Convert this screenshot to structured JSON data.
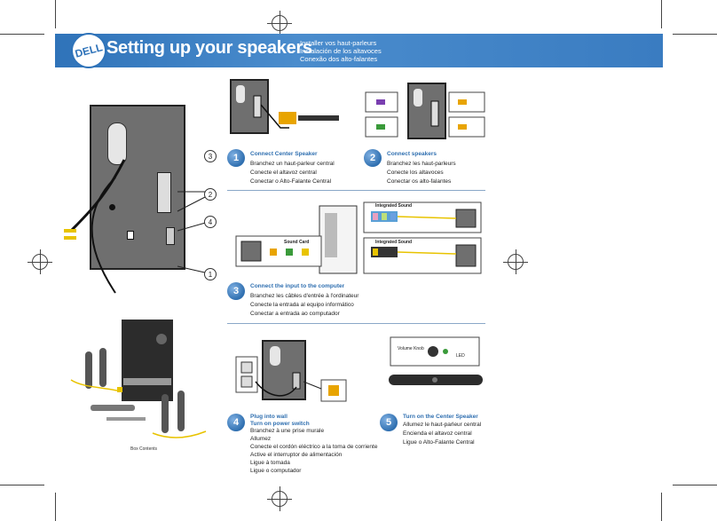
{
  "header": {
    "logo_text": "DELL",
    "title": "Setting up your speakers",
    "subtitles": [
      "Installer vos haut-parleurs",
      "Instalación de los altavoces",
      "Conexão dos alto-falantes"
    ]
  },
  "callouts": [
    "3",
    "2",
    "4",
    "1"
  ],
  "steps": [
    {
      "number": "1",
      "title": "Connect Center Speaker",
      "lines": [
        "Branchez un haut-parleur central",
        "Conecte el altavoz central",
        "Conectar o Alto-Falante Central"
      ]
    },
    {
      "number": "2",
      "title": "Connect speakers",
      "lines": [
        "Branchez les haut-parleurs",
        "Conecte los altavoces",
        "Conectar os alto-falantes"
      ]
    },
    {
      "number": "3",
      "title": "Connect the input to the computer",
      "lines": [
        "Branchez les câbles d'entrée à l'ordinateur",
        "Conecte la entrada al equipo informático",
        "Conectar a entrada ao computador"
      ]
    },
    {
      "number": "4",
      "title": "Plug into wall",
      "title2": "Turn on power switch",
      "lines": [
        "Branchez à une prise murale",
        "Allumez",
        "Conecte el cordón eléctrico a la toma de corriente",
        "Active el interruptor de alimentación",
        "Ligue à tomada",
        "Ligue o computador"
      ]
    },
    {
      "number": "5",
      "title": "Turn on the Center Speaker",
      "lines": [
        "Allumez le haut-parleur central",
        "Encienda el altavoz central",
        "Ligue o Alto-Falante Central"
      ]
    }
  ],
  "labels": {
    "integrated_sound": "Integrated Sound",
    "sound_card": "Sound Card",
    "volume_knob": "Volume Knob",
    "led": "LED",
    "box_contents": "Box Contents"
  },
  "colors": {
    "banner": "#2f73b9",
    "step_title": "#2f6fb0",
    "panel": "#6f6f6f"
  }
}
